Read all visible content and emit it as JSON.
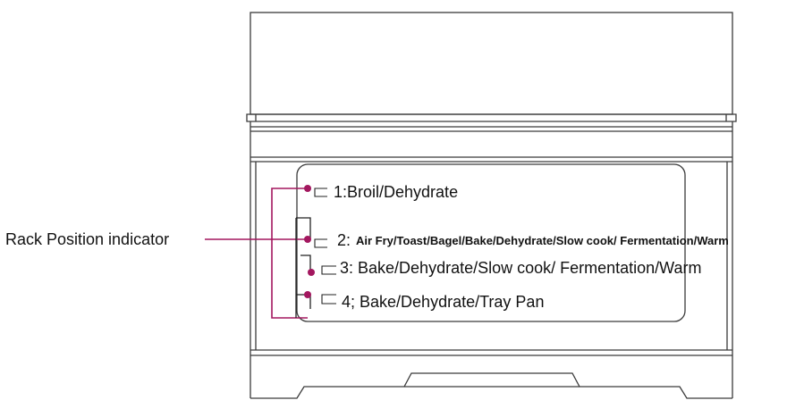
{
  "callout": {
    "label": "Rack Position indicator"
  },
  "rack_positions": [
    {
      "number": "1:",
      "text": "Broil/Dehydrate"
    },
    {
      "number": "2:",
      "text": "Air Fry/Toast/Bagel/Bake/Dehydrate/Slow cook/ Fermentation/Warm"
    },
    {
      "number": "3:",
      "text": "Bake/Dehydrate/Slow cook/ Fermentation/Warm"
    },
    {
      "number": "4;",
      "text": "Bake/Dehydrate/Tray Pan"
    }
  ],
  "colors": {
    "accent": "#a3175f",
    "outline": "#3a3a3a"
  }
}
